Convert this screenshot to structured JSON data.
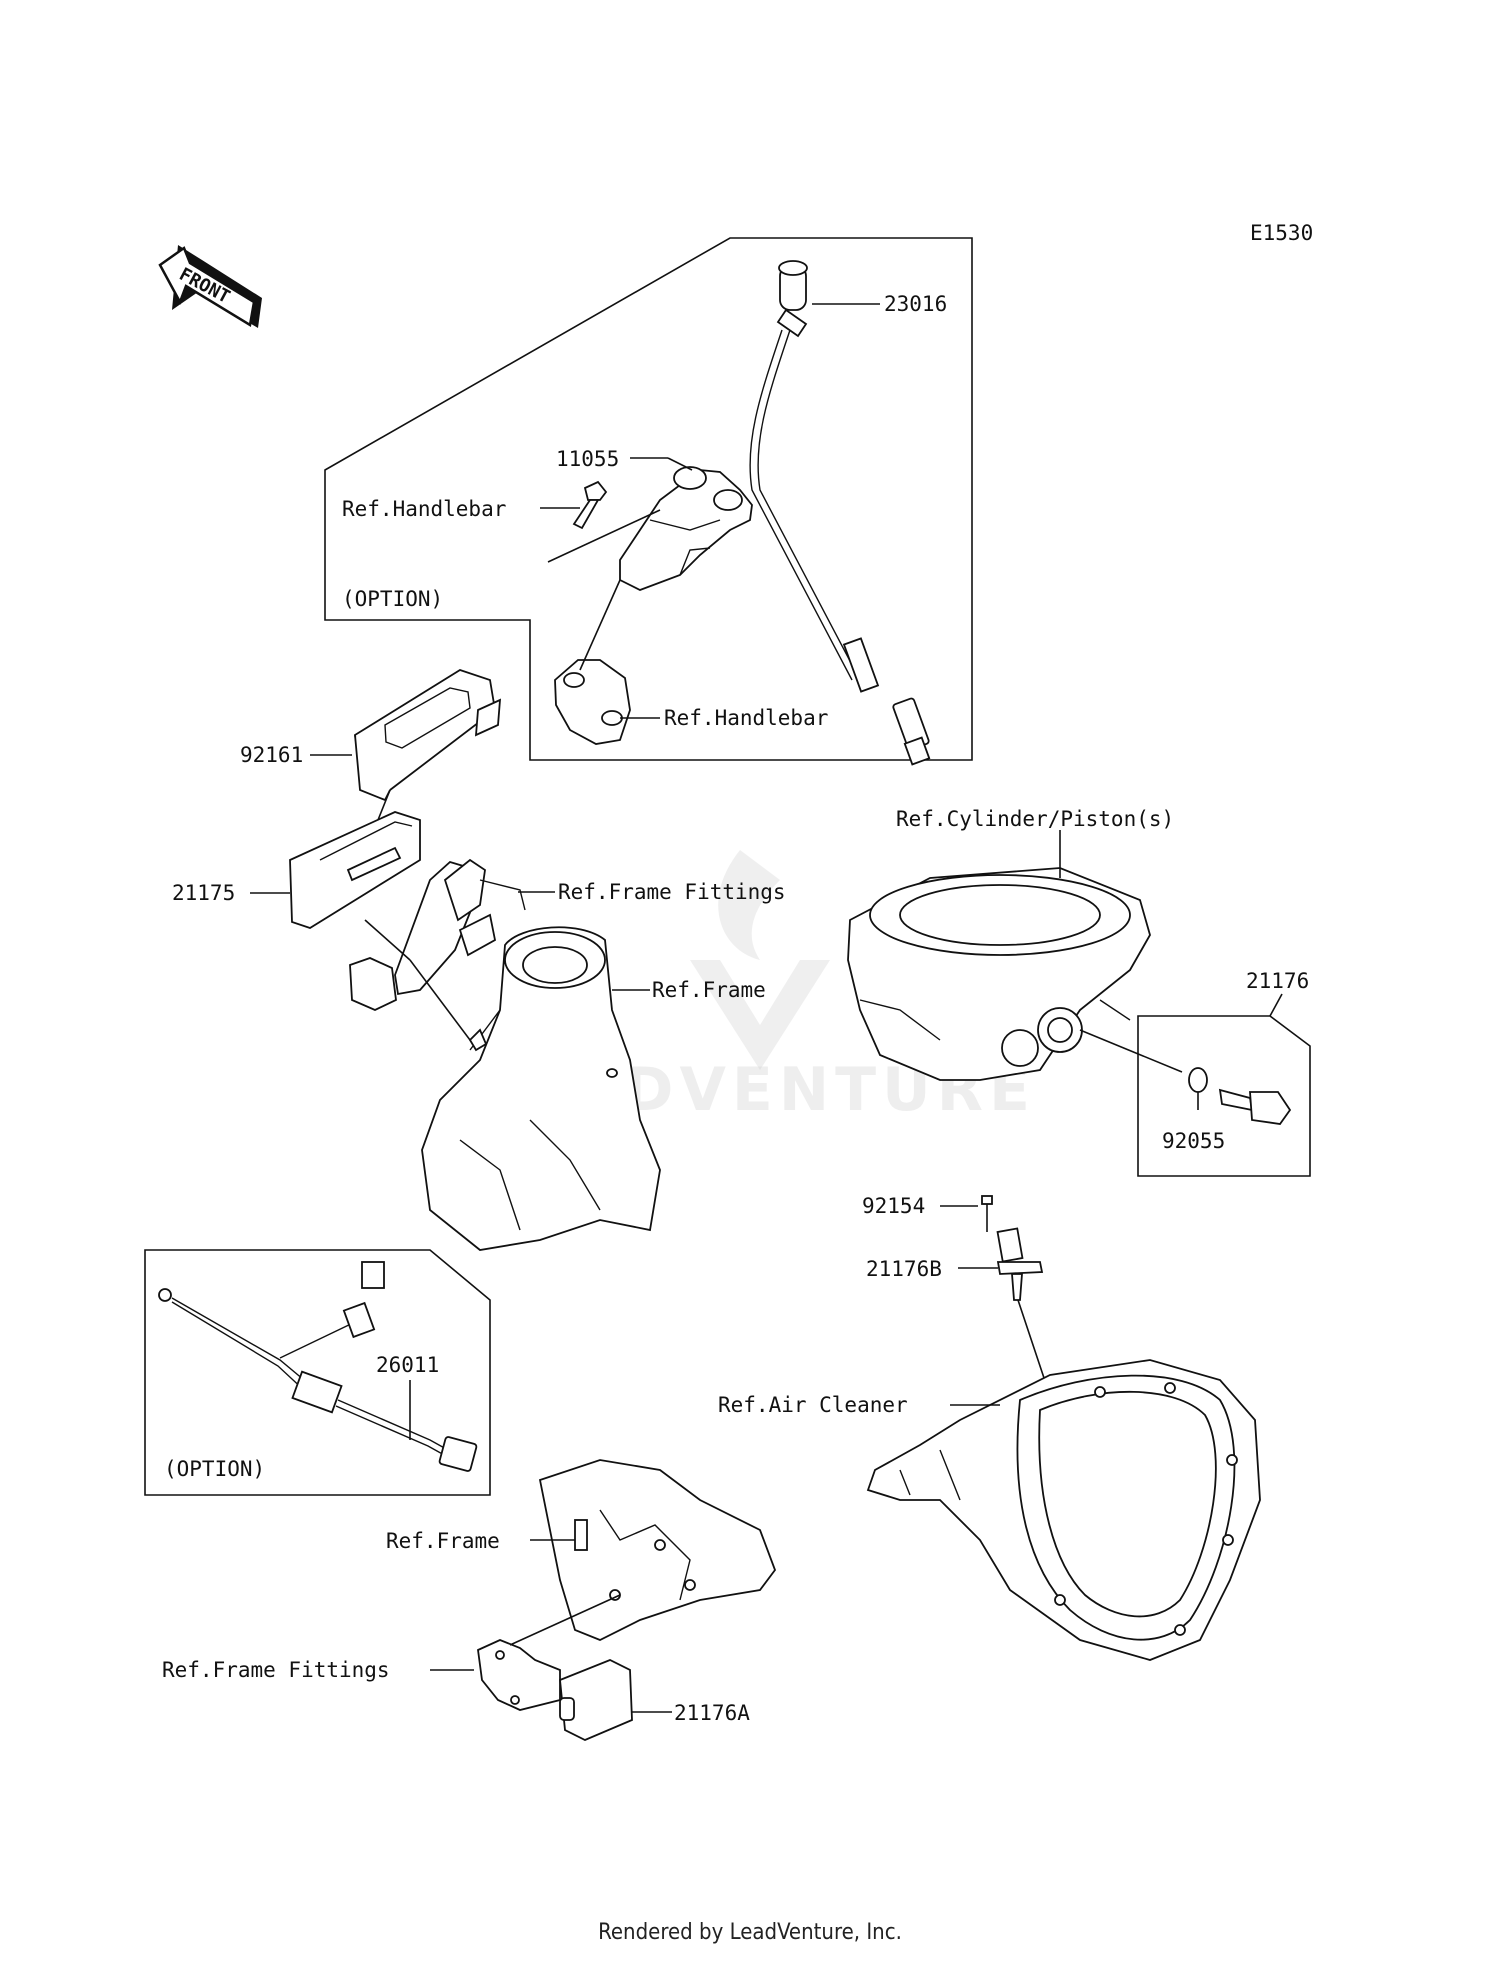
{
  "diagram_code": "E1530",
  "front_label": "FRONT",
  "watermark": "LEADVENTURE",
  "footer": "Rendered by LeadVenture, Inc.",
  "labels": {
    "p23016": "23016",
    "p11055": "11055",
    "ref_handlebar_1": "Ref.Handlebar",
    "option_1": "(OPTION)",
    "ref_handlebar_2": "Ref.Handlebar",
    "p92161": "92161",
    "p21175": "21175",
    "ref_frame_fittings_1": "Ref.Frame Fittings",
    "ref_frame_1": "Ref.Frame",
    "ref_cylinder": "Ref.Cylinder/Piston(s)",
    "p21176": "21176",
    "p92055": "92055",
    "p92154": "92154",
    "p21176B": "21176B",
    "ref_air_cleaner": "Ref.Air Cleaner",
    "p26011": "26011",
    "option_2": "(OPTION)",
    "ref_frame_2": "Ref.Frame",
    "ref_frame_fittings_2": "Ref.Frame Fittings",
    "p21176A": "21176A"
  }
}
